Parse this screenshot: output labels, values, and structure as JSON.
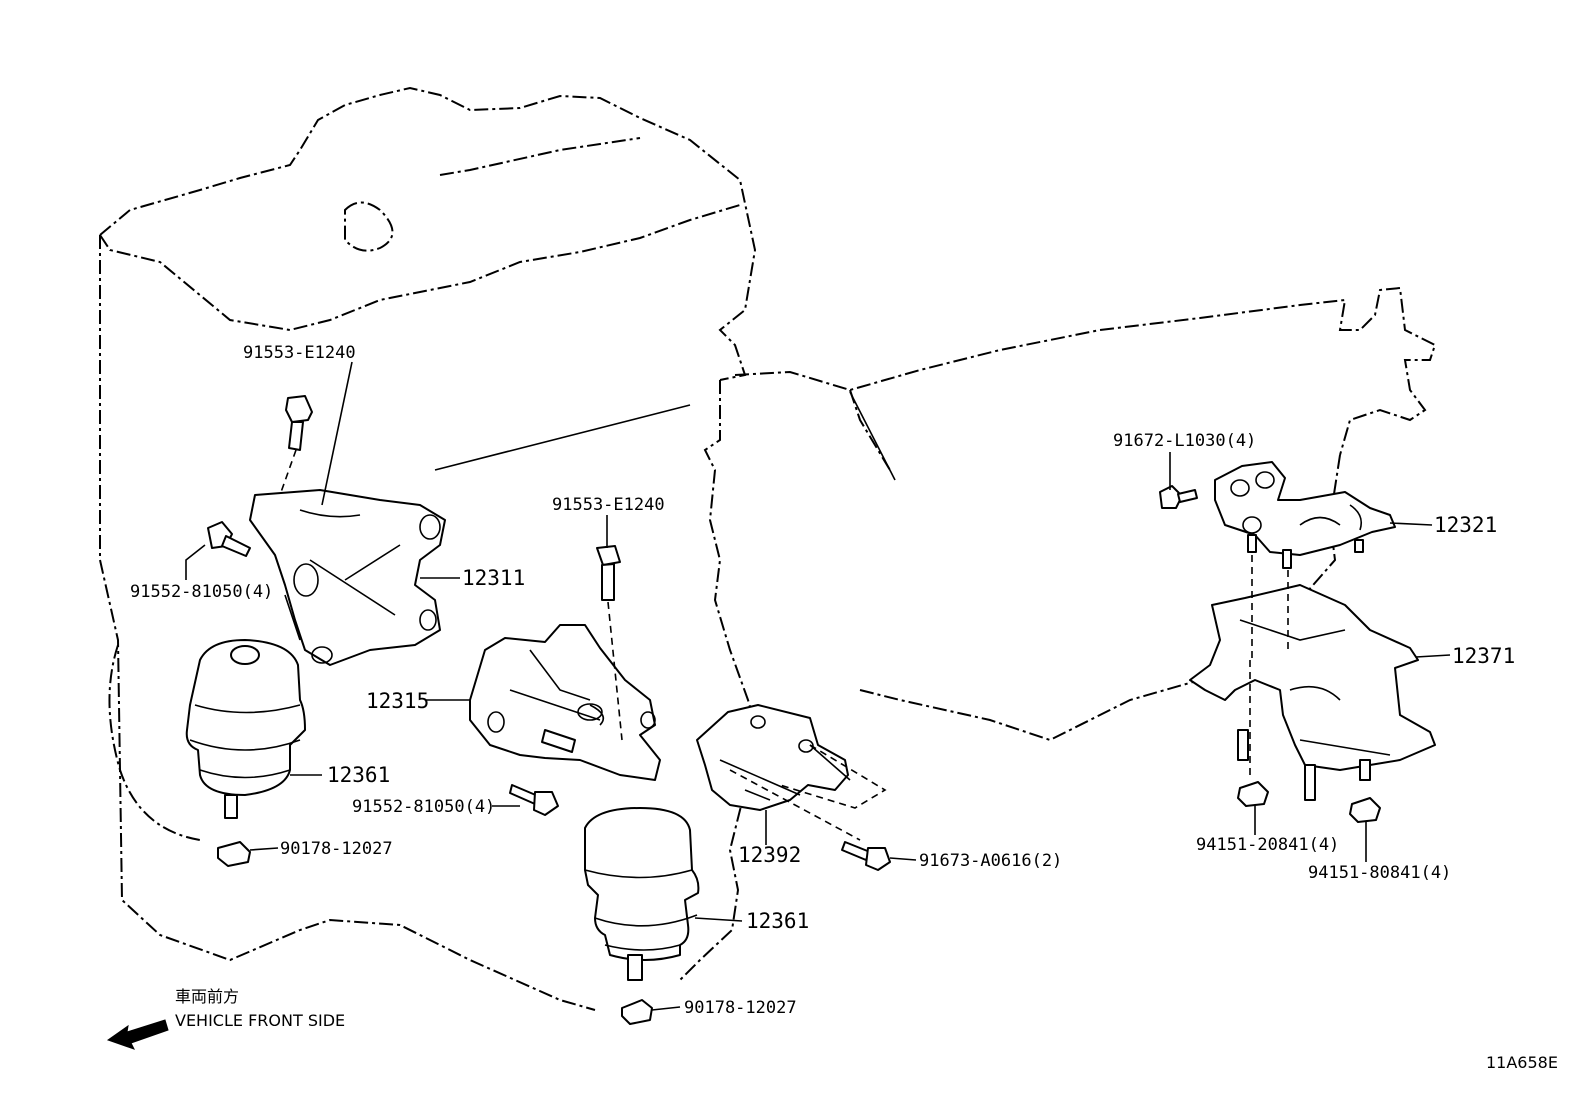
{
  "labels": {
    "bolt_top_left": "91553-E1240",
    "bolt_left": "91552-81050(4)",
    "bracket_right_engine": "12311",
    "insulator_left": "12361",
    "nut_left": "90178-12027",
    "bolt_center": "91553-E1240",
    "bracket_center": "12315",
    "bolt_center_lower": "91552-81050(4)",
    "insulator_center": "12361",
    "nut_center": "90178-12027",
    "bracket_lower": "12392",
    "bolt_lower_right": "91673-A0616(2)",
    "bolt_rear": "91672-L1030(4)",
    "insulator_rear": "12321",
    "member_rear": "12371",
    "nut_rear_1": "94151-20841(4)",
    "nut_rear_2": "94151-80841(4)"
  },
  "direction": {
    "japanese": "車両前方",
    "english": "VEHICLE FRONT SIDE"
  },
  "figure_code": "11A658E"
}
